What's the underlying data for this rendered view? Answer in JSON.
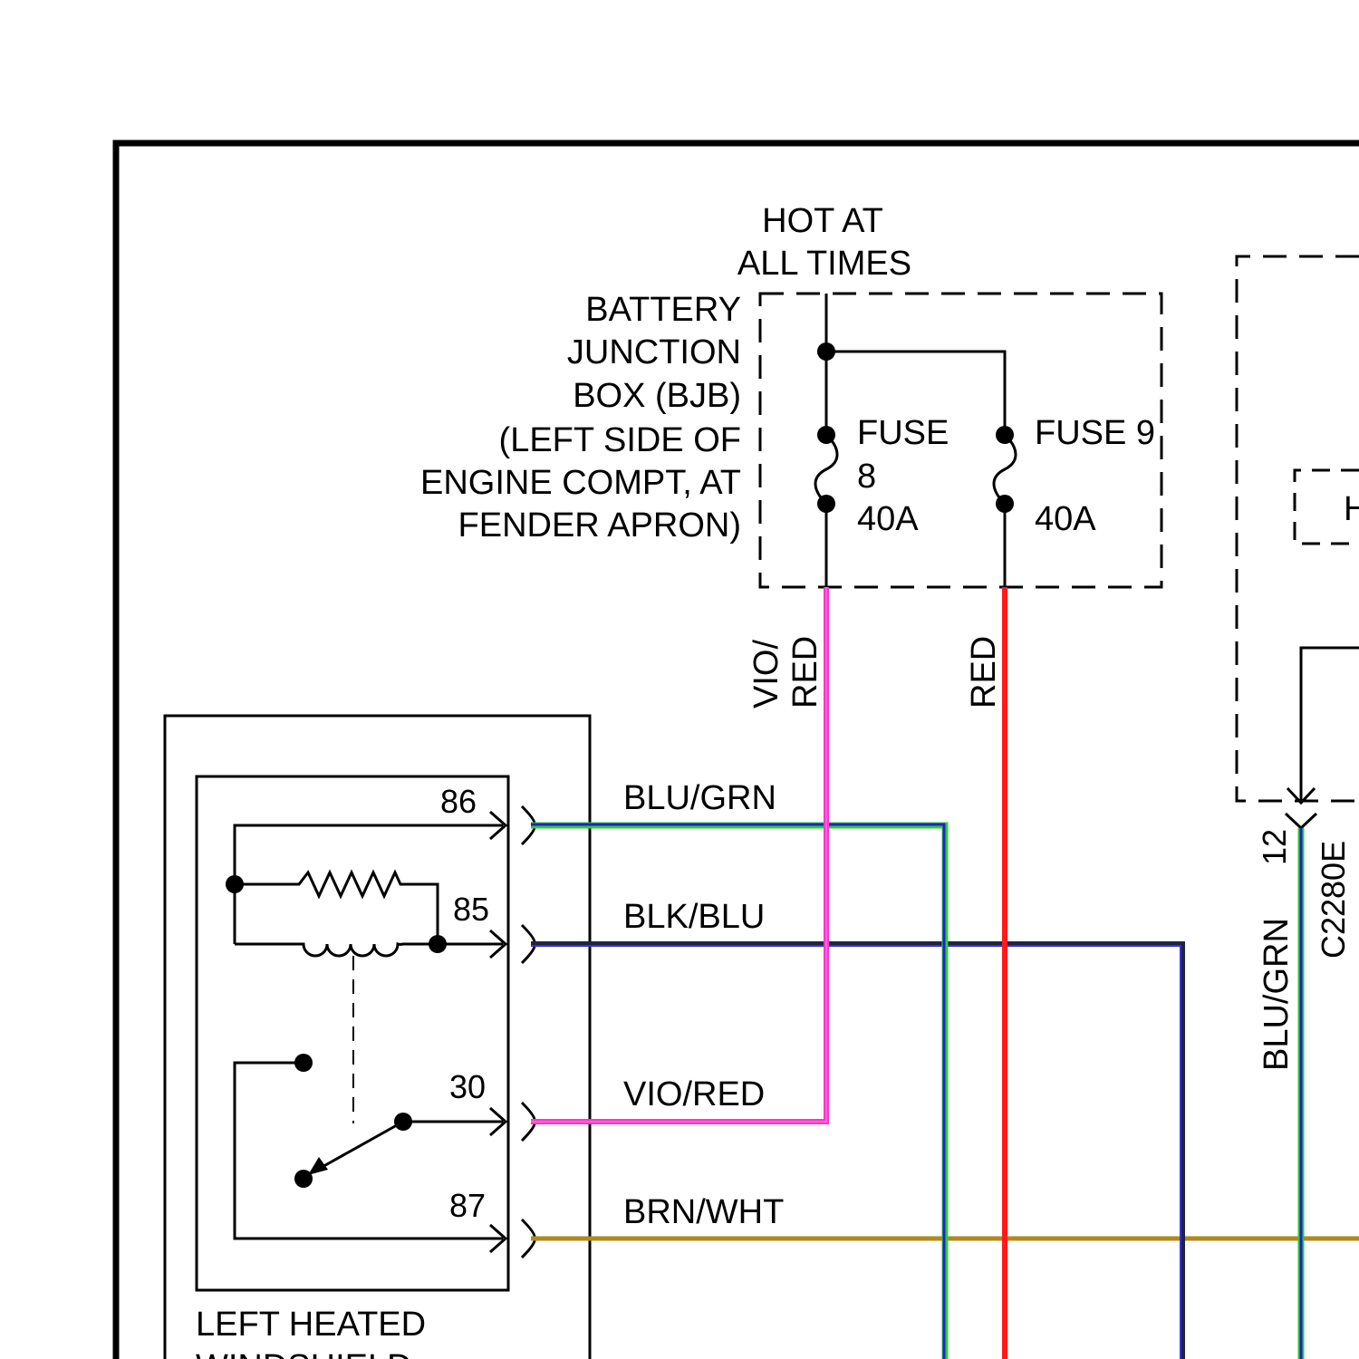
{
  "bjb": {
    "hot_line1": "HOT AT",
    "hot_line2": "ALL TIMES",
    "name_lines": [
      "BATTERY",
      "JUNCTION",
      "BOX (BJB)",
      "(LEFT SIDE OF",
      "ENGINE COMPT, AT",
      "FENDER APRON)"
    ],
    "fuse8": {
      "title": "FUSE",
      "number": "8",
      "rating": "40A"
    },
    "fuse9": {
      "title": "FUSE 9",
      "rating": "40A"
    }
  },
  "wires": {
    "vio_red_vertical_line1": "VIO/",
    "vio_red_vertical_line2": "RED",
    "red_vertical": "RED",
    "blu_grn_horizontal": "BLU/GRN",
    "blk_blu": "BLK/BLU",
    "vio_red_horizontal": "VIO/RED",
    "brn_wht": "BRN/WHT",
    "blu_grn_vertical": "BLU/GRN"
  },
  "connector": {
    "pin": "12",
    "id": "C2280E"
  },
  "relay": {
    "pins": [
      "86",
      "85",
      "30",
      "87"
    ],
    "caption_line1": "LEFT HEATED",
    "caption_line2": "WINDSHIELD"
  },
  "right_module": {
    "partial_label": "H"
  },
  "colors": {
    "vio_red": "#ff33cc",
    "red": "#ff1a1a",
    "blu_grn_blue": "#2020d0",
    "blu_grn_green": "#33cc33",
    "blk_blu_dark": "#222244",
    "blk_blu_blue": "#3333cc",
    "brn_wht": "#b08a1a"
  }
}
